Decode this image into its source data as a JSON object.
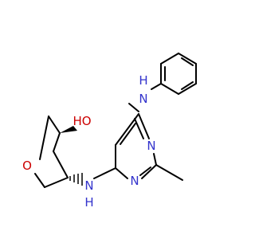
{
  "molecule": {
    "colors": {
      "bond": "#000000",
      "nitrogen": "#3333cc",
      "oxygen": "#cc0000",
      "background": "#ffffff"
    },
    "atoms": {
      "nh_phenyl": "H",
      "n_phenyl": "N",
      "n_ring_top": "N",
      "n_ring_bottom": "N",
      "nh_link": "N",
      "h_link": "H",
      "o_hydroxyl": "HO",
      "o_ring": "O"
    }
  }
}
